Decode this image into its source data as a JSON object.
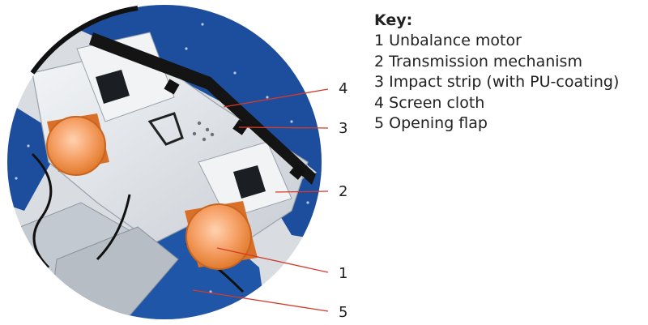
{
  "key": {
    "title": "Key:",
    "items": [
      "1 Unbalance motor",
      "2 Transmission mechanism",
      "3 Impact strip (with PU-coating)",
      "4 Screen cloth",
      "5 Opening flap"
    ]
  },
  "callouts": [
    "1",
    "2",
    "3",
    "4",
    "5"
  ],
  "colors": {
    "screen_blue": "#1d4e9e",
    "frame_light": "#dfe3e8",
    "motor_orange": "#f08a3c",
    "leader_red": "#d43a2a",
    "rim_shadow": "#111111"
  }
}
